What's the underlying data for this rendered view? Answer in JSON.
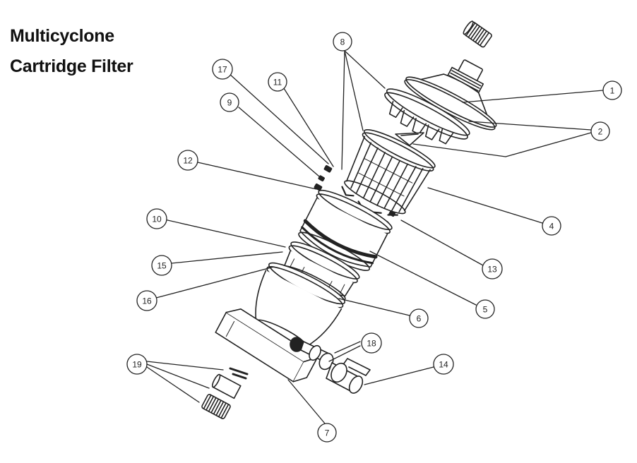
{
  "title": {
    "line1": "Multicyclone",
    "line2": "Cartridge Filter"
  },
  "callouts": [
    "1",
    "2",
    "4",
    "5",
    "6",
    "7",
    "8",
    "9",
    "10",
    "11",
    "12",
    "13",
    "14",
    "15",
    "16",
    "17",
    "18",
    "19"
  ],
  "colors": {
    "ink": "#222222",
    "background": "#ffffff"
  }
}
